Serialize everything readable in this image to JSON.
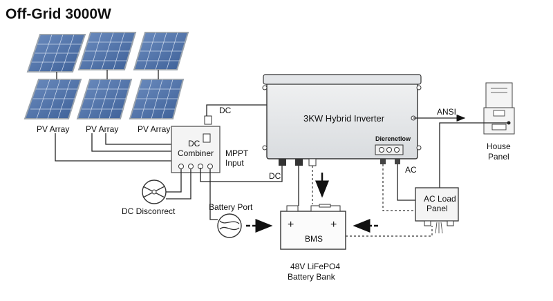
{
  "title": "Off-Grid 3000W",
  "pv_arrays": [
    {
      "label": "PV Array"
    },
    {
      "label": "PV Array"
    },
    {
      "label": "PV Array"
    }
  ],
  "dc_combiner": {
    "line1": "DC",
    "line2": "Combiner"
  },
  "mppt": {
    "line1": "MPPT",
    "line2": "Input"
  },
  "dc_disconnect": {
    "label": "DC Disconrect"
  },
  "battery_port": {
    "label": "Battery Port"
  },
  "inverter": {
    "label": "3KW Hybrid Inverter",
    "brand": "Dierenetlow"
  },
  "house_panel": {
    "line1": "House",
    "line2": "Panel"
  },
  "ac_load_panel": {
    "line1": "AC Load",
    "line2": "Panel"
  },
  "battery": {
    "label": "BMS",
    "plus_left": "+",
    "plus_right": "+"
  },
  "battery_bank": {
    "line1": "48V LiFePO4",
    "line2": "Battery Bank"
  },
  "wire_labels": {
    "dc_top": "DC",
    "dc_bottom": "DC",
    "ansi": "ANSI",
    "ac": "AC"
  },
  "colors": {
    "panel_blue": "#4a6fa8",
    "panel_grid": "#c9d6ea",
    "frame": "#9aa3ad",
    "device_fill": "#e6e8ea"
  }
}
